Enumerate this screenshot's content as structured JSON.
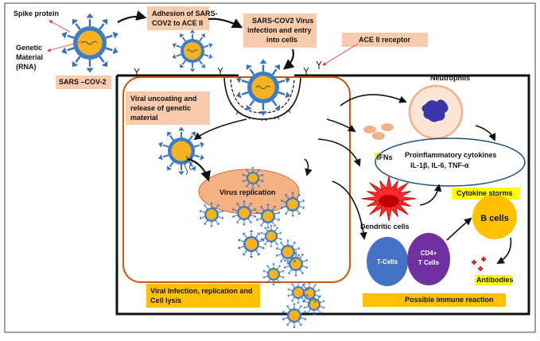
{
  "labels": {
    "spike_protein": "Spike protein",
    "genetic_material_1": "Genetic",
    "genetic_material_2": "Material",
    "genetic_material_3": "(RNA)",
    "sars_cov2": "SARS –COV-2",
    "adhesion_1": "Adhesion of SARS-",
    "adhesion_2": "COV2 to ACE II",
    "entry_1": "SARS-COV2 Virus",
    "entry_2": "infection and entry",
    "entry_3": "into cells",
    "ace2_receptor": "ACE II receptor",
    "uncoating_1": "Viral uncoating and",
    "uncoating_2": "release of genetic",
    "uncoating_3": "material",
    "virus_replication": "Virus replication",
    "viral_infection_1": "Viral Infection,  replication and",
    "viral_infection_2": "Cell lysis",
    "neutrophils": "Neutrophils",
    "ifns": "IFNs",
    "cytokines_1": "Proinflammatory cytokines",
    "cytokines_2": "IL-1β, IL-6, TNF-α",
    "cytokine_storms": "Cytokine storms",
    "dendritic_cells": "Dendritic cells",
    "b_cells": "B cells",
    "t_cells": "T-Cells",
    "cd4_1": "CD4+",
    "cd4_2": "T Cells",
    "antibodies": "Antibodies",
    "immune_reaction": "Possible immune reaction"
  },
  "colors": {
    "virus_core": "#f5b323",
    "virus_shell": "#3d7cc9",
    "spike": "#3b6fb6",
    "peach_box": "#f8cbad",
    "yellow_box": "#ffc000",
    "yellow_highlight": "#ffff00",
    "replication_fill": "#f4b183",
    "cell_border": "#c55a11",
    "neutrophil_fill": "#fbe5d6",
    "neutrophil_border": "#f4b183",
    "nucleus": "#3a35a8",
    "dendritic_fill": "#ff2b2b",
    "dendritic_core": "#c00000",
    "t_cell": "#4472c4",
    "cd4_cell": "#7030a0",
    "b_cell": "#ffc000",
    "ifn": "#f4b183",
    "cytokine_border": "#1f4e79"
  }
}
